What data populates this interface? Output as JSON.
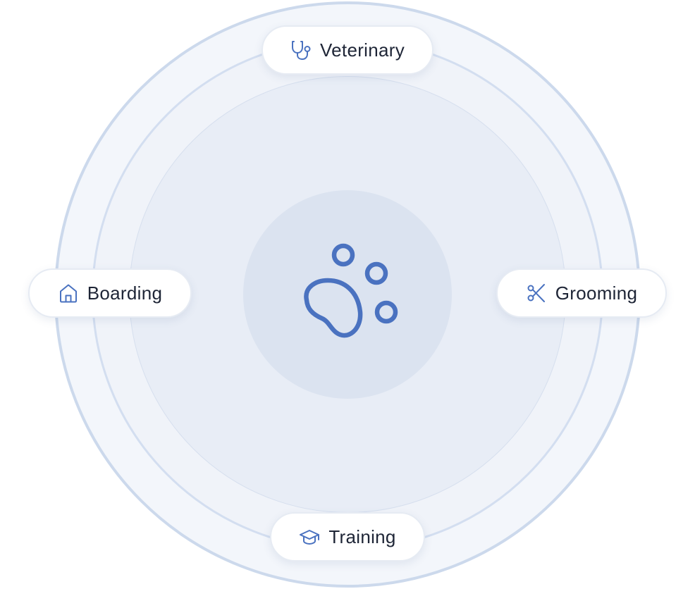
{
  "diagram": {
    "center": {
      "icon": "paw-icon"
    },
    "services": [
      {
        "id": "veterinary",
        "label": "Veterinary",
        "icon": "stethoscope-icon"
      },
      {
        "id": "boarding",
        "label": "Boarding",
        "icon": "house-icon"
      },
      {
        "id": "grooming",
        "label": "Grooming",
        "icon": "scissors-icon"
      },
      {
        "id": "training",
        "label": "Training",
        "icon": "graduation-cap-icon"
      }
    ]
  },
  "colors": {
    "accent": "#4a72c0",
    "label_text": "#1e2536",
    "ring_border": "#ccd9ec",
    "hub_fill": "#dbe3f0"
  }
}
